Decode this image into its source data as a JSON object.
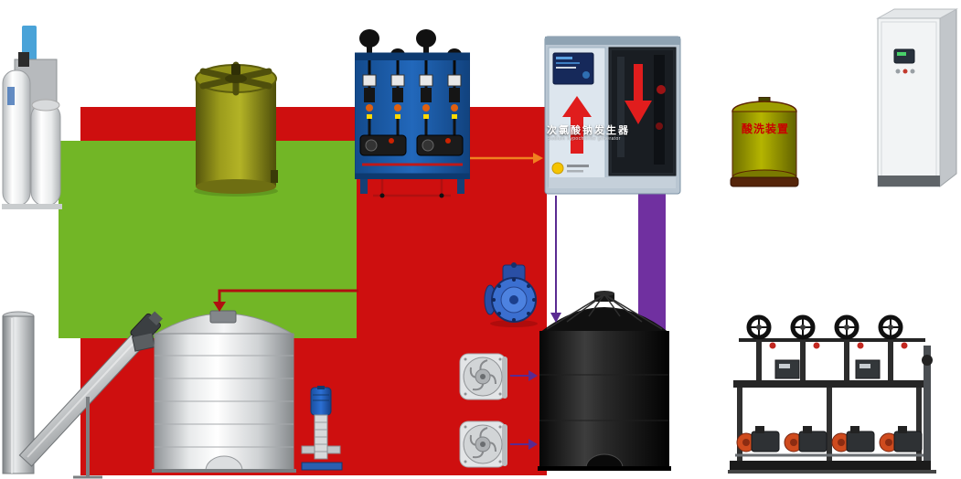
{
  "diagram": {
    "labels": {
      "generator_title": "次氯酸钠发生器",
      "generator_subtitle": "Sodium hypochlorite generator",
      "acid_wash": "酸洗装置"
    },
    "colors": {
      "flow_red": "#ce0f0f",
      "flow_green": "#72b626",
      "flow_purple": "#7030a0",
      "arrow_orange": "#f08020",
      "arrow_purple": "#5a2b91",
      "arrow_dark_red": "#b01010",
      "legend_blue": "#4aa3d8"
    },
    "equipment": [
      {
        "name": "water-softener"
      },
      {
        "name": "chemical-dosing-tank"
      },
      {
        "name": "dosing-pump-skid"
      },
      {
        "name": "sodium-hypochlorite-generator"
      },
      {
        "name": "acid-wash-tank"
      },
      {
        "name": "control-cabinet"
      },
      {
        "name": "screw-conveyor"
      },
      {
        "name": "stainless-steel-tank"
      },
      {
        "name": "vertical-pump"
      },
      {
        "name": "blue-valve-pump"
      },
      {
        "name": "blower-fan-1"
      },
      {
        "name": "blower-fan-2"
      },
      {
        "name": "black-storage-tank"
      },
      {
        "name": "metering-pump-skid"
      }
    ]
  }
}
